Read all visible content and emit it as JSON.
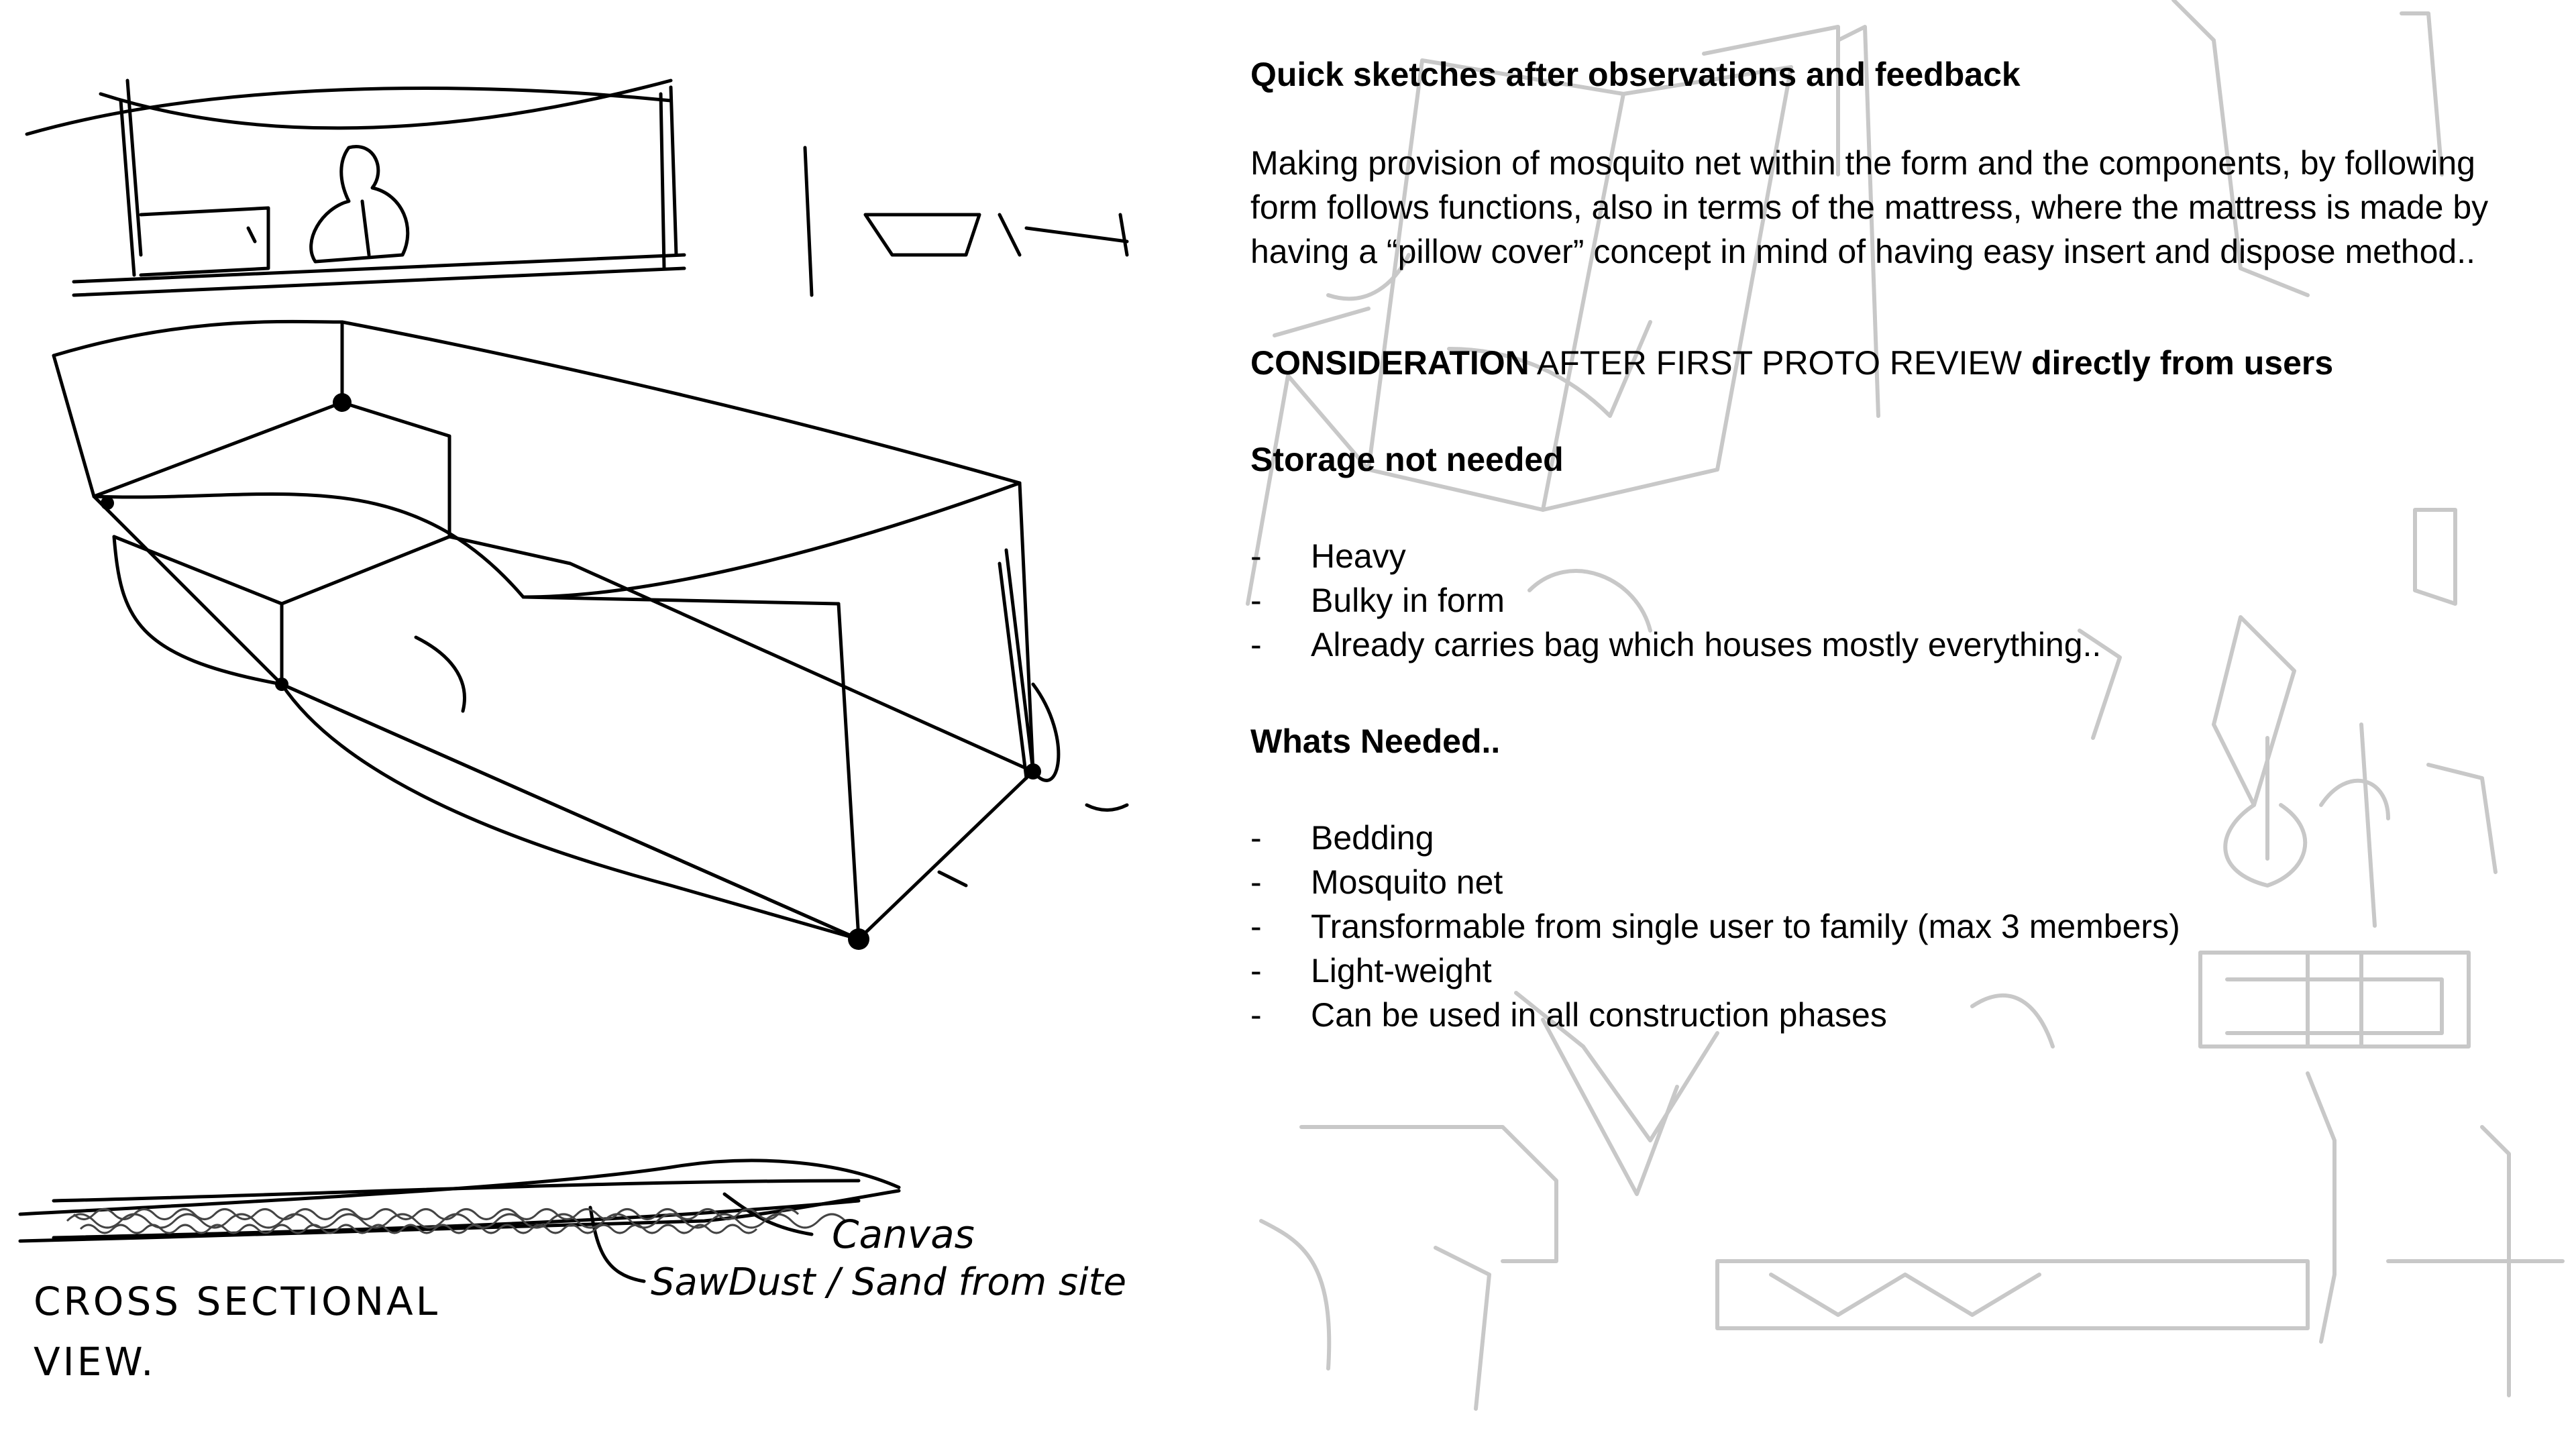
{
  "heading": "Quick sketches after observations and feedback",
  "intro": "Making provision of mosquito net within the form and the components, by following form follows functions, also in terms of the mattress, where the mattress is made by having a “pillow cover” concept in mind of having easy insert and dispose method..",
  "consideration": {
    "part1": "CONSIDERATION",
    "part2": " AFTER FIRST PROTO REVIEW ",
    "part3": "directly from users"
  },
  "storage": {
    "title": "Storage not needed",
    "items": [
      "Heavy",
      "Bulky in form",
      "Already carries bag which houses mostly everything.."
    ]
  },
  "needed": {
    "title": "Whats Needed..",
    "items": [
      "Bedding",
      "Mosquito net",
      "Transformable from single user to family (max 3 members)",
      "Light-weight",
      "Can be used in all construction phases"
    ]
  },
  "sketch_labels": {
    "cross_section_line1": "CROSS SECTIONAL",
    "cross_section_line2": "VIEW.",
    "canvas": "Canvas",
    "sawdust": "SawDust / Sand from site"
  },
  "colors": {
    "ink": "#000000",
    "faded_sketch": "#c8c8c8",
    "background": "#ffffff"
  }
}
